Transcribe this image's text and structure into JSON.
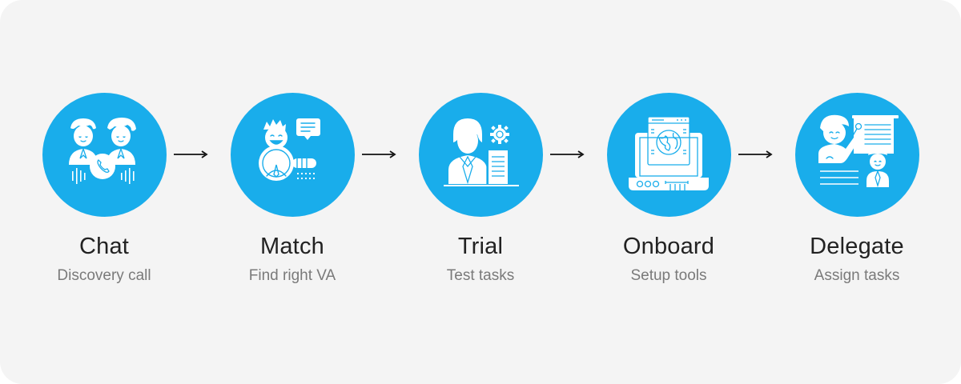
{
  "diagram": {
    "type": "process-flow",
    "accent_color": "#19adeb",
    "background_color": "#f4f4f4",
    "title_color": "#222222",
    "subtitle_color": "#7a7a7a",
    "steps": [
      {
        "title": "Chat",
        "subtitle": "Discovery call",
        "icon": "people-phone-call-icon"
      },
      {
        "title": "Match",
        "subtitle": "Find right VA",
        "icon": "person-magnifier-search-icon"
      },
      {
        "title": "Trial",
        "subtitle": "Test tasks",
        "icon": "employee-gear-document-icon"
      },
      {
        "title": "Onboard",
        "subtitle": "Setup tools",
        "icon": "laptop-globe-browser-icon"
      },
      {
        "title": "Delegate",
        "subtitle": "Assign tasks",
        "icon": "presenter-board-assign-icon"
      }
    ],
    "connectors": [
      {
        "from": "Chat",
        "to": "Match",
        "icon": "arrow-right-icon"
      },
      {
        "from": "Match",
        "to": "Trial",
        "icon": "arrow-right-icon"
      },
      {
        "from": "Trial",
        "to": "Onboard",
        "icon": "arrow-right-icon"
      },
      {
        "from": "Onboard",
        "to": "Delegate",
        "icon": "arrow-right-icon"
      }
    ]
  }
}
